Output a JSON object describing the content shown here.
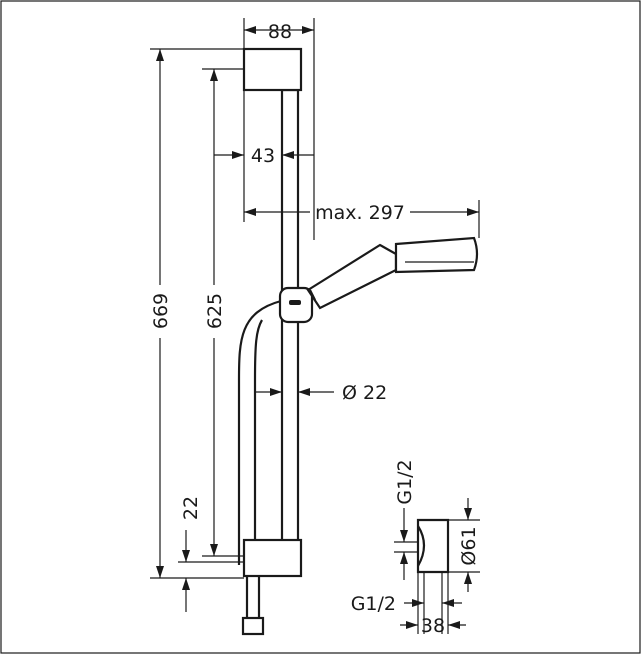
{
  "dimensions": {
    "top_width": "88",
    "rail_offset": "43",
    "max_reach": "max. 297",
    "total_height": "669",
    "mount_distance": "625",
    "bottom_offset": "22",
    "hose_diameter": "Ø 22",
    "connector_thread_top": "G1/2",
    "connector_thread_bottom": "G1/2",
    "connector_diameter": "Ø61",
    "connector_width": "38"
  }
}
